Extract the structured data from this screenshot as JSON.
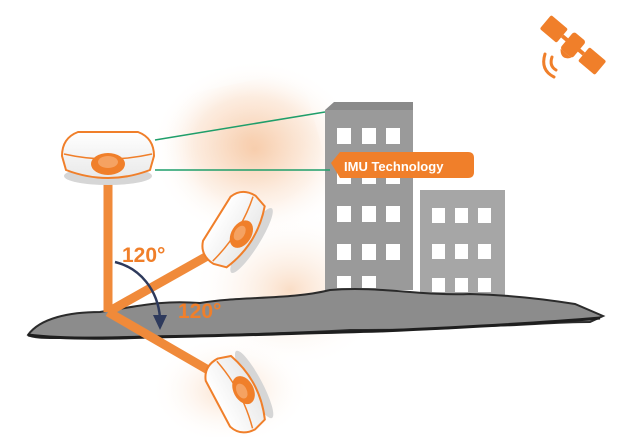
{
  "labels": {
    "imu": "IMU Technology",
    "angle_upper": "120°",
    "angle_lower": "120°"
  },
  "icons": {
    "satellite": "satellite-icon",
    "receiver": "gnss-receiver-icon"
  },
  "colors": {
    "accent": "#F07F2A",
    "pole": "#F08A3A",
    "ground": "#8A8A8A",
    "ground_edge": "#2B2B2B",
    "building": "#9C9C9C",
    "window": "#FFFFFF",
    "arrow": "#2E3A5C",
    "sight_line": "#1F9E6A",
    "label_text": "#FFFFFF"
  }
}
